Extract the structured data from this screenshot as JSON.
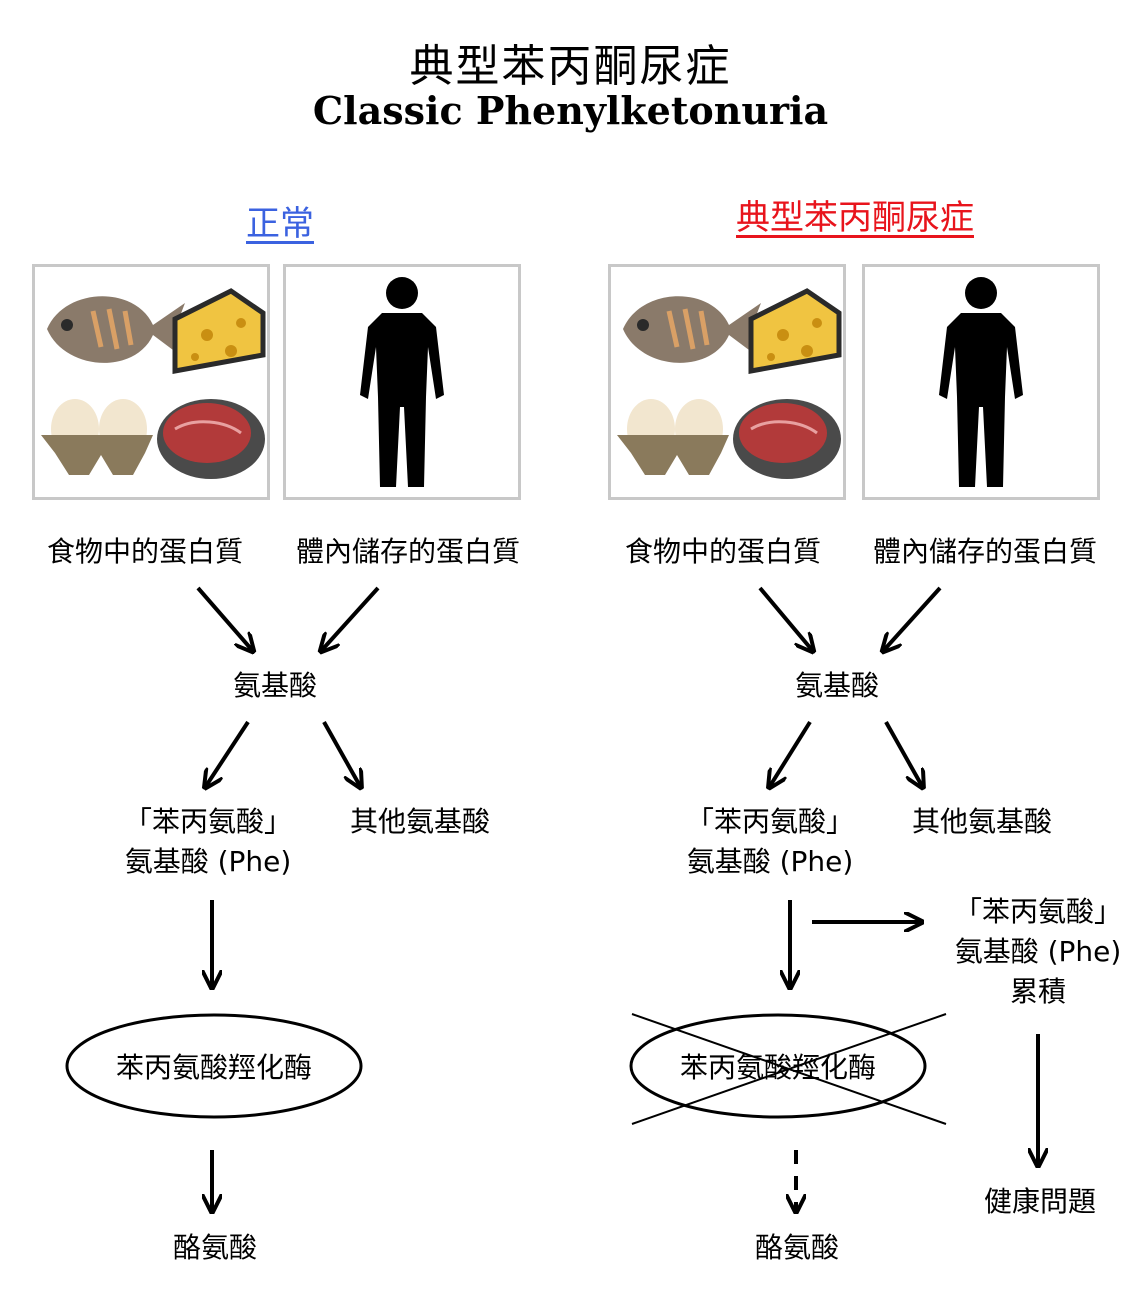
{
  "title": {
    "zh": "典型苯丙酮尿症",
    "en": "Classic Phenylketonuria"
  },
  "columns": {
    "normal": {
      "heading": "正常",
      "heading_color": "#3b62e0",
      "food_label": "食物中的蛋白質",
      "body_label": "體內儲存的蛋白質",
      "amino_acids": "氨基酸",
      "phe_line1": "「苯丙氨酸」",
      "phe_line2": "氨基酸 (Phe)",
      "other_amino": "其他氨基酸",
      "enzyme": "苯丙氨酸羥化酶",
      "product": "酪氨酸"
    },
    "pku": {
      "heading": "典型苯丙酮尿症",
      "heading_color": "#e8141c",
      "food_label": "食物中的蛋白質",
      "body_label": "體內儲存的蛋白質",
      "amino_acids": "氨基酸",
      "phe_line1": "「苯丙氨酸」",
      "phe_line2": "氨基酸 (Phe)",
      "other_amino": "其他氨基酸",
      "accum_line1": "「苯丙氨酸」",
      "accum_line2": "氨基酸 (Phe)",
      "accum_line3": "累積",
      "enzyme": "苯丙氨酸羥化酶",
      "product": "酪氨酸",
      "health": "健康問題"
    }
  }
}
